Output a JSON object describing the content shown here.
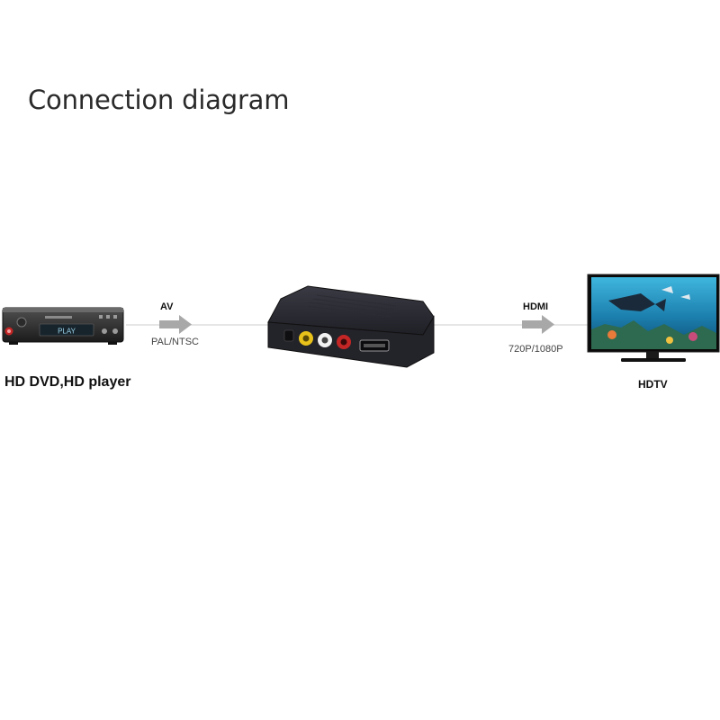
{
  "title": "Connection diagram",
  "source": {
    "device_label": "HD DVD,HD player",
    "display_text": "PLAY",
    "icon": "dvd-player-icon"
  },
  "input_link": {
    "signal": "AV",
    "format": "PAL/NTSC",
    "icon": "arrow-right-icon"
  },
  "converter": {
    "icon": "av-to-hdmi-converter-icon"
  },
  "output_link": {
    "signal": "HDMI",
    "format": "720P/1080P",
    "icon": "arrow-right-icon"
  },
  "output": {
    "device_label": "HDTV",
    "icon": "hdtv-icon"
  },
  "colors": {
    "connector_line": "#d6d6d6",
    "arrow": "#a8a8a8",
    "device_body": "#26262e",
    "rca_yellow": "#e8c21a",
    "rca_white": "#f2f2f2",
    "rca_red": "#c42626",
    "tv_screen": "#1f8fb8"
  }
}
